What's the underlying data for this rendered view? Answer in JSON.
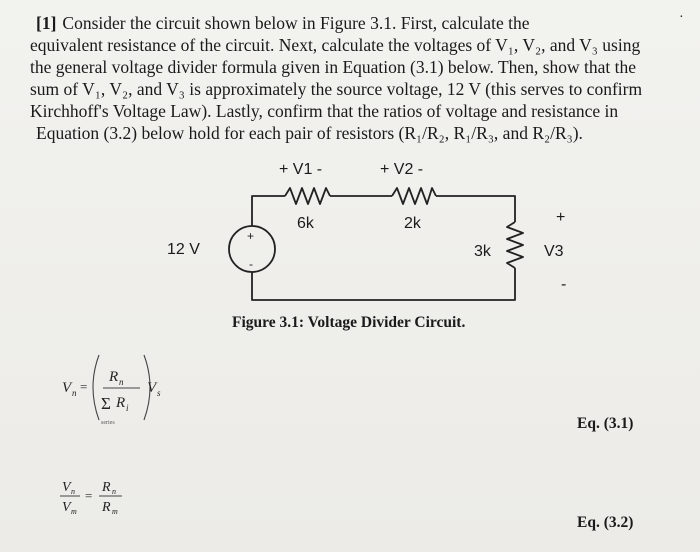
{
  "problem": {
    "number": "[1]",
    "line1": "Consider the circuit shown below in Figure 3.1. First, calculate the",
    "line2": "equivalent resistance of the circuit. Next, calculate the voltages of V₁, V₂, and V₃ using",
    "line3": "the general voltage divider formula given in Equation (3.1) below. Then, show that the",
    "line4": "sum of V₁, V₂, and V₃ is approximately the source voltage, 12 V (this serves to confirm",
    "line5": "Kirchhoff's Voltage Law). Lastly, confirm that the ratios of voltage and resistance in",
    "line6": "Equation (3.2) below hold for each pair of resistors (R₁/R₂, R₁/R₃, and R₂/R₃)."
  },
  "stray_mark": "·",
  "circuit": {
    "v1_label": "+ V1 -",
    "v2_label": "+ V2 -",
    "r1_value": "6k",
    "r2_value": "2k",
    "r3_value": "3k",
    "source_value": "12 V",
    "source_plus": "+",
    "source_minus": "-",
    "v3_plus": "+",
    "v3_name": "V3",
    "v3_minus": "-"
  },
  "figure_caption": "Figure 3.1: Voltage Divider Circuit.",
  "eq1": {
    "lhs": "V",
    "lhs_sub": "n",
    "equals": "=",
    "numer": "R",
    "numer_sub": "n",
    "sigma": "Σ",
    "denom": "R",
    "denom_sub": "i",
    "under": "series",
    "rhs": "V",
    "rhs_sub": "s",
    "label": "Eq. (3.1)"
  },
  "eq2": {
    "v_num": "V",
    "v_num_sub": "n",
    "v_den": "V",
    "v_den_sub": "m",
    "equals": "=",
    "r_num": "R",
    "r_num_sub": "n",
    "r_den": "R",
    "r_den_sub": "m",
    "label": "Eq. (3.2)"
  }
}
